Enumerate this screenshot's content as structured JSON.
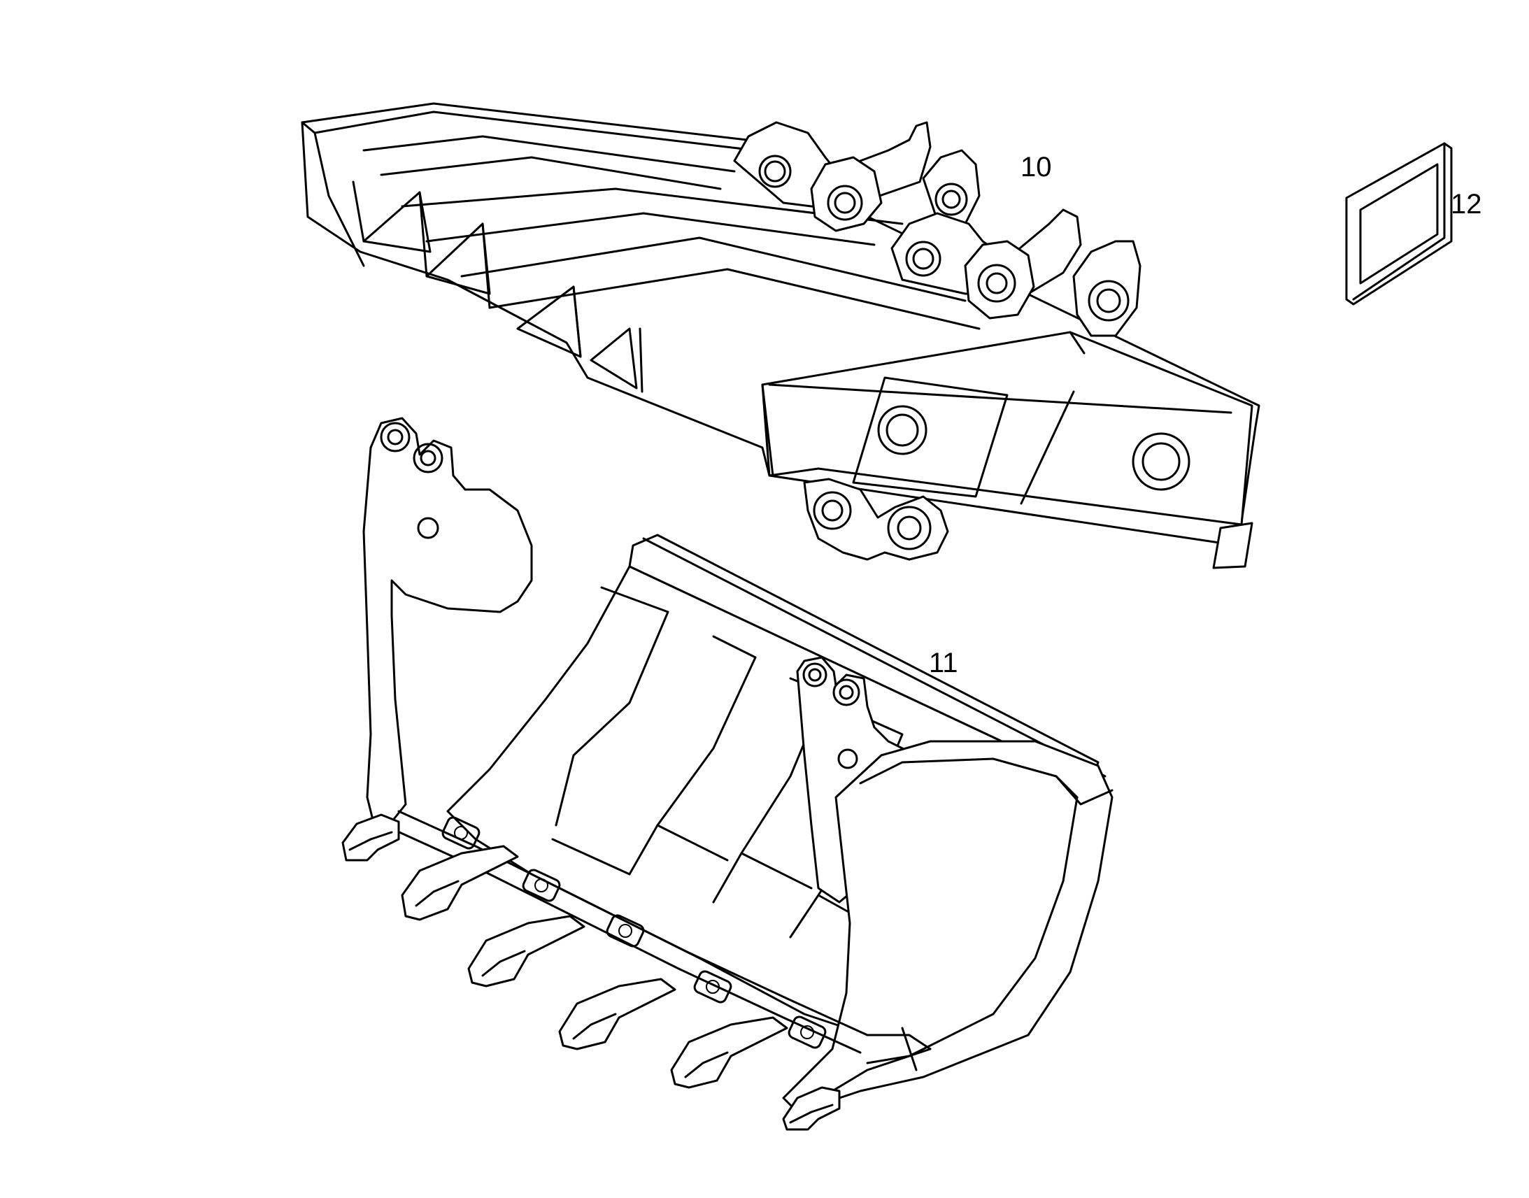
{
  "callouts": {
    "boom_frame": "10",
    "bucket": "11",
    "plate": "12"
  },
  "colors": {
    "line": "#000000",
    "background": "#ffffff"
  }
}
